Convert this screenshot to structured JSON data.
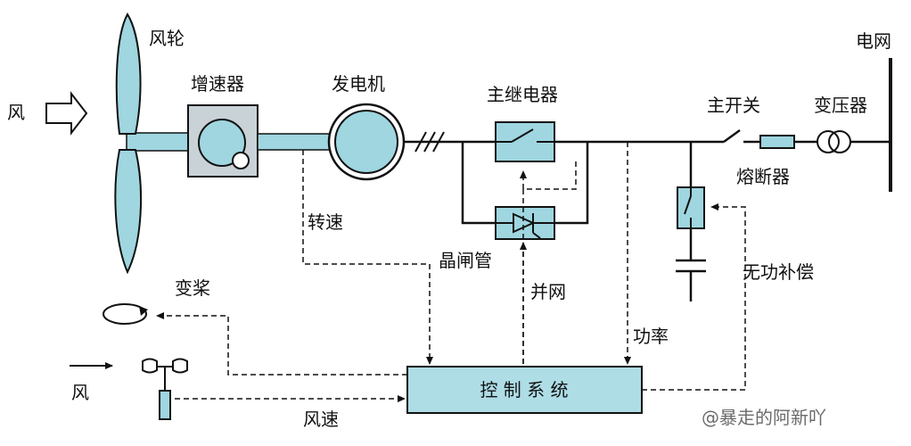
{
  "colors": {
    "fill": "#9fd6e0",
    "line": "#111111",
    "box_fill": "#aedde6",
    "gray_box": "#c9d2d6"
  },
  "labels": {
    "wind_in": "风",
    "wind_wheel": "风轮",
    "gearbox": "增速器",
    "generator": "发电机",
    "main_relay": "主继电器",
    "main_switch": "主开关",
    "transformer": "变压器",
    "grid": "电网",
    "fuse": "熔断器",
    "speed": "转速",
    "thyristor": "晶闸管",
    "grid_connect": "并网",
    "reactive_comp": "无功补偿",
    "pitch": "变桨",
    "power": "功率",
    "wind_bottom": "风",
    "wind_speed": "风速",
    "control_system": "控 制 系 统"
  },
  "watermark": "@暴走的阿新吖"
}
